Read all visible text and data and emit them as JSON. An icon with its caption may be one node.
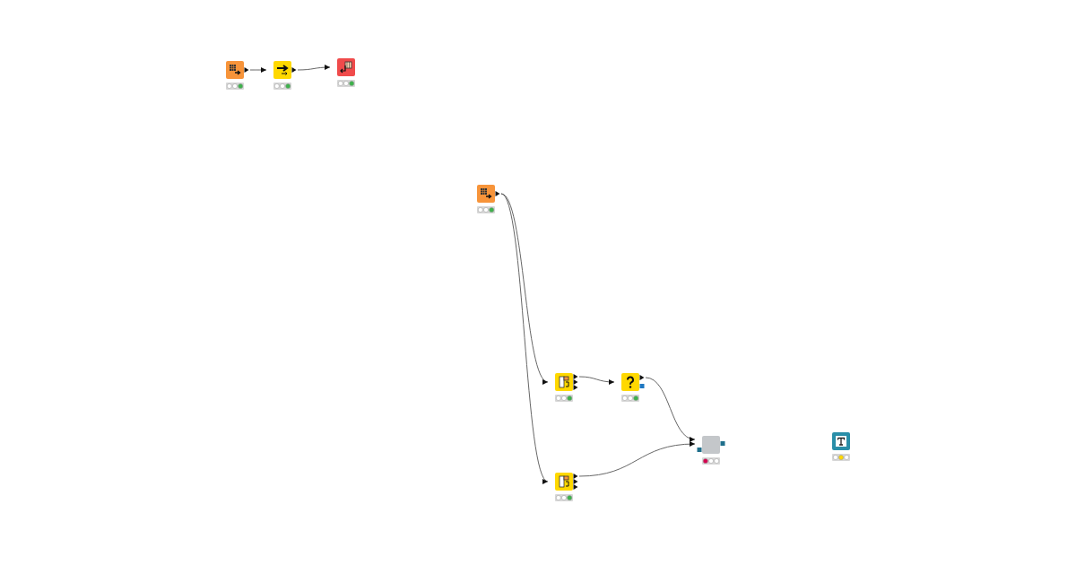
{
  "diagram": {
    "nodes": [
      {
        "text": [],
        "shape": "box"
      },
      {
        "text": [],
        "shape": "box"
      },
      {
        "text": [],
        "shape": "box"
      },
      {
        "text": [],
        "shape": "box"
      },
      {
        "text": [],
        "shape": "box"
      },
      {
        "text": [],
        "shape": "box"
      },
      {
        "text": [],
        "shape": "box"
      },
      {
        "text": [],
        "shape": "box"
      },
      {
        "text": [],
        "shape": "box"
      }
    ],
    "edges": [
      {
        "from": 0,
        "to": 1,
        "arrow": "to"
      },
      {
        "from": 1,
        "to": 2,
        "arrow": "to"
      },
      {
        "from": 3,
        "to": 4,
        "arrow": "to"
      },
      {
        "from": 3,
        "to": 8,
        "arrow": "to"
      },
      {
        "from": 4,
        "to": 5,
        "arrow": "to"
      },
      {
        "from": 5,
        "to": 7,
        "arrow": "to"
      },
      {
        "from": 8,
        "to": 7,
        "arrow": "to"
      }
    ]
  }
}
